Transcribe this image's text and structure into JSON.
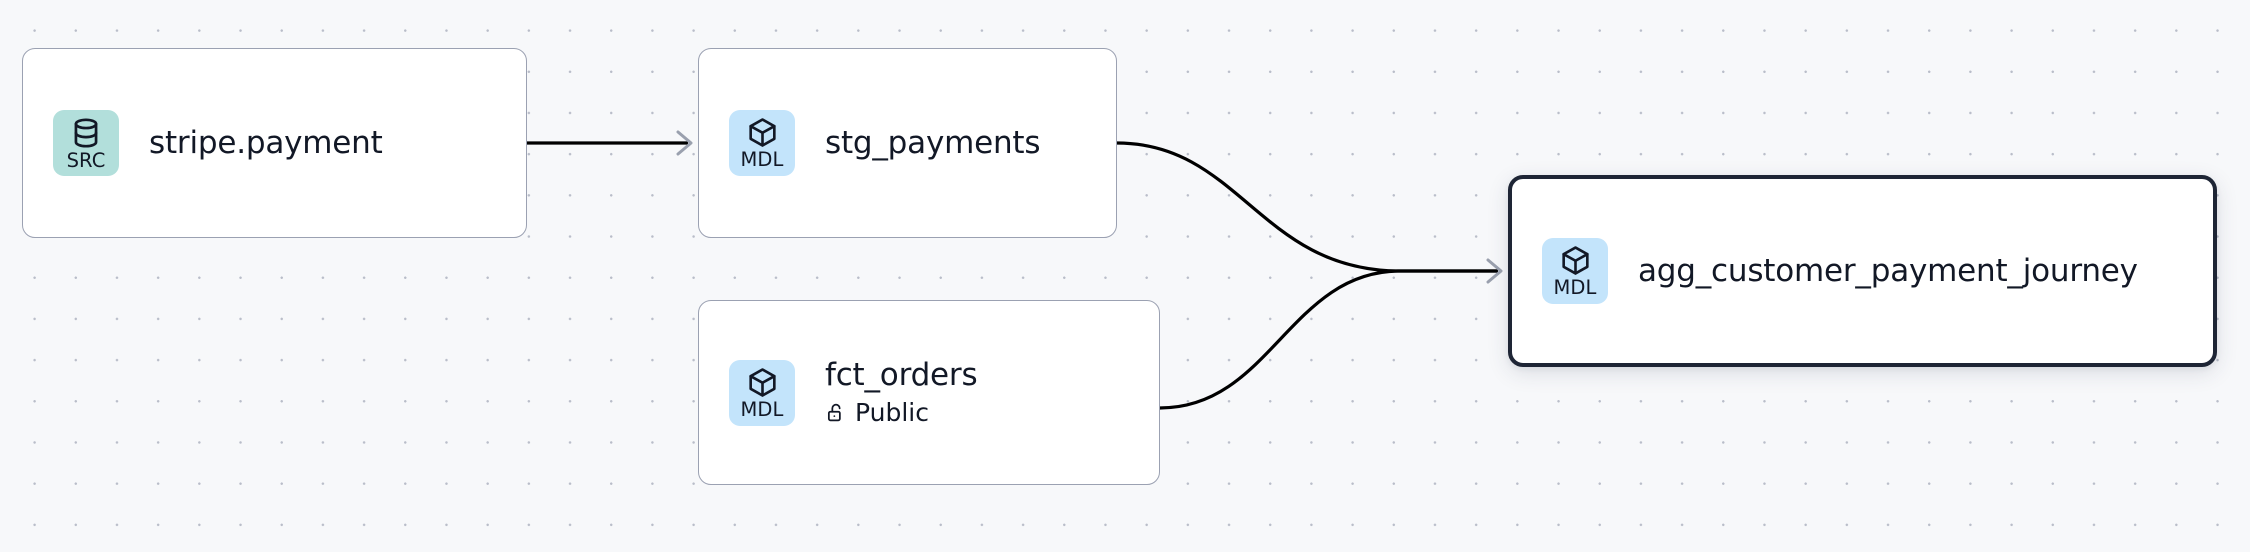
{
  "graph": {
    "background_color": "#f7f8fa",
    "grid_dot_color": "#b9bdc9",
    "edge_color": "#000000",
    "arrowhead_color": "#9aa0ae",
    "selected_border_color": "#1e2535",
    "node_border_color": "#9ba1b2",
    "nodes": [
      {
        "id": "stripe-payment",
        "title": "stripe.payment",
        "badge_label": "SRC",
        "badge_icon": "database-icon",
        "badge_color": "#b2dfdb",
        "selected": false,
        "subtitle": null,
        "subtitle_icon": null
      },
      {
        "id": "stg-payments",
        "title": "stg_payments",
        "badge_label": "MDL",
        "badge_icon": "cube-icon",
        "badge_color": "#c3e4fb",
        "selected": false,
        "subtitle": null,
        "subtitle_icon": null
      },
      {
        "id": "fct-orders",
        "title": "fct_orders",
        "badge_label": "MDL",
        "badge_icon": "cube-icon",
        "badge_color": "#c3e4fb",
        "selected": false,
        "subtitle": "Public",
        "subtitle_icon": "unlock-icon"
      },
      {
        "id": "agg-customer-payment-journey",
        "title": "agg_customer_payment_journey",
        "badge_label": "MDL",
        "badge_icon": "cube-icon",
        "badge_color": "#c3e4fb",
        "selected": true,
        "subtitle": null,
        "subtitle_icon": null
      }
    ],
    "edges": [
      {
        "id": "edge-stripe-to-stg",
        "from": "stripe-payment",
        "to": "stg-payments",
        "style": "straight",
        "arrowhead": true
      },
      {
        "id": "edge-stg-to-agg",
        "from": "stg-payments",
        "to": "agg-customer-payment-journey",
        "style": "bezier",
        "arrowhead": true
      },
      {
        "id": "edge-fct-to-agg",
        "from": "fct-orders",
        "to": "agg-customer-payment-journey",
        "style": "bezier",
        "arrowhead": true
      }
    ]
  }
}
